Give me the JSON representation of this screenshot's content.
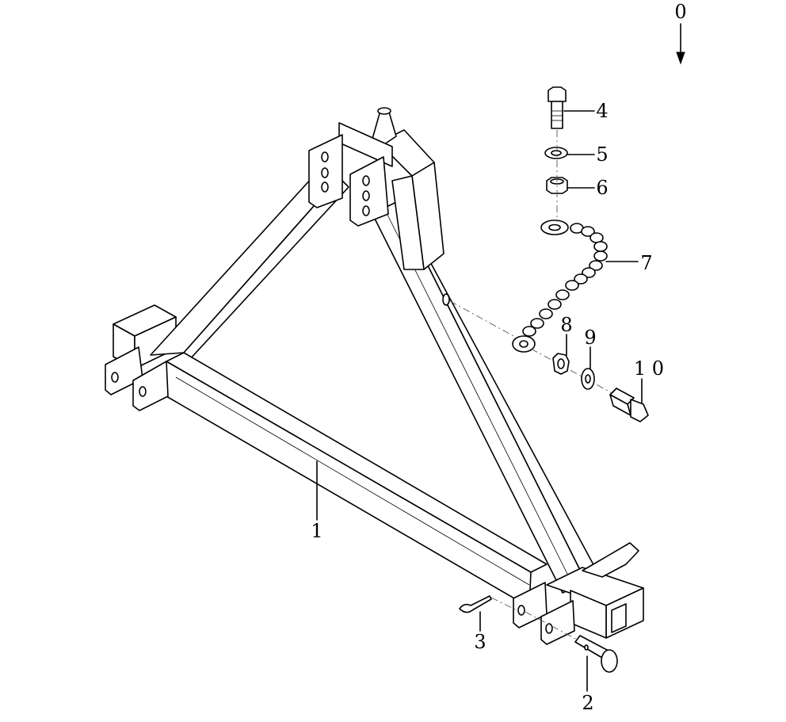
{
  "figure_number": "0",
  "callouts": [
    {
      "id": "frame",
      "label": "1"
    },
    {
      "id": "pin",
      "label": "2"
    },
    {
      "id": "cotter-pin",
      "label": "3"
    },
    {
      "id": "bolt",
      "label": "4"
    },
    {
      "id": "lock-washer",
      "label": "5"
    },
    {
      "id": "nut",
      "label": "6"
    },
    {
      "id": "chain",
      "label": "7"
    },
    {
      "id": "nut-lower",
      "label": "8"
    },
    {
      "id": "washer-lower",
      "label": "9"
    },
    {
      "id": "bolt-lower",
      "label": "1 0"
    }
  ]
}
